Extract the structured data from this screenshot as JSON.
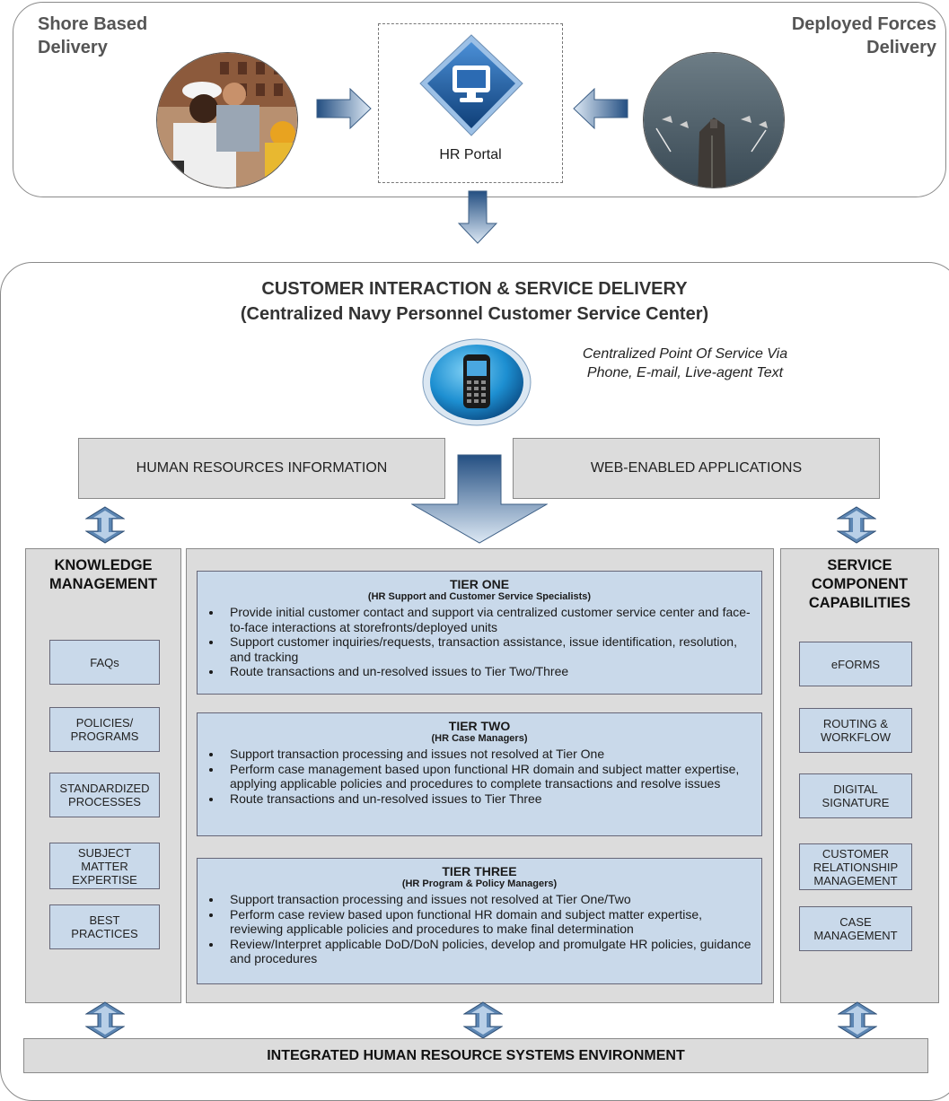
{
  "top": {
    "left_title": [
      "Shore Based",
      "Delivery"
    ],
    "right_title": [
      "Deployed Forces",
      "Delivery"
    ],
    "portal_label": "HR Portal"
  },
  "main": {
    "title_line1": "CUSTOMER INTERACTION & SERVICE DELIVERY",
    "title_line2": "(Centralized Navy Personnel Customer Service Center)",
    "note_line1": "Centralized Point Of Service Via",
    "note_line2": "Phone, E-mail, Live-agent Text",
    "hr_info": "HUMAN RESOURCES INFORMATION",
    "web_apps": "WEB-ENABLED APPLICATIONS"
  },
  "knowledge": {
    "title": [
      "KNOWLEDGE",
      "MANAGEMENT"
    ],
    "items": [
      [
        "FAQs"
      ],
      [
        "POLICIES/",
        "PROGRAMS"
      ],
      [
        "STANDARDIZED",
        "PROCESSES"
      ],
      [
        "SUBJECT",
        "MATTER",
        "EXPERTISE"
      ],
      [
        "BEST",
        "PRACTICES"
      ]
    ]
  },
  "service": {
    "title": [
      "SERVICE",
      "COMPONENT",
      "CAPABILITIES"
    ],
    "items": [
      [
        "eFORMS"
      ],
      [
        "ROUTING &",
        "WORKFLOW"
      ],
      [
        "DIGITAL",
        "SIGNATURE"
      ],
      [
        "CUSTOMER",
        "RELATIONSHIP",
        "MANAGEMENT"
      ],
      [
        "CASE",
        "MANAGEMENT"
      ]
    ]
  },
  "tiers": [
    {
      "title": "TIER ONE",
      "subtitle": "(HR Support and Customer Service Specialists)",
      "bullets": [
        "Provide initial customer contact and support via centralized customer service center and face-to-face interactions at storefronts/deployed units",
        "Support customer inquiries/requests, transaction assistance, issue identification, resolution, and tracking",
        "Route transactions and un-resolved issues to Tier Two/Three"
      ]
    },
    {
      "title": "TIER TWO",
      "subtitle": "(HR Case Managers)",
      "bullets": [
        "Support transaction processing and issues not resolved at Tier One",
        "Perform case management based upon functional HR domain and subject matter expertise, applying applicable policies and procedures to complete transactions and resolve issues",
        "Route transactions and un-resolved issues to Tier Three"
      ]
    },
    {
      "title": "TIER THREE",
      "subtitle": "(HR Program & Policy Managers)",
      "bullets": [
        "Support transaction processing and issues not resolved at Tier One/Two",
        "Perform case review based upon functional HR domain and subject matter expertise, reviewing applicable policies and procedures to make final determination",
        "Review/Interpret applicable DoD/DoN policies, develop and promulgate HR policies, guidance and procedures"
      ]
    }
  ],
  "bottom_bar": "INTEGRATED HUMAN RESOURCE SYSTEMS ENVIRONMENT",
  "colors": {
    "panel_gray": "#dcdcdc",
    "item_blue": "#c9d9ea",
    "arrow_blue": "#5c86b3",
    "icon_blue": "#1f5a9a"
  }
}
